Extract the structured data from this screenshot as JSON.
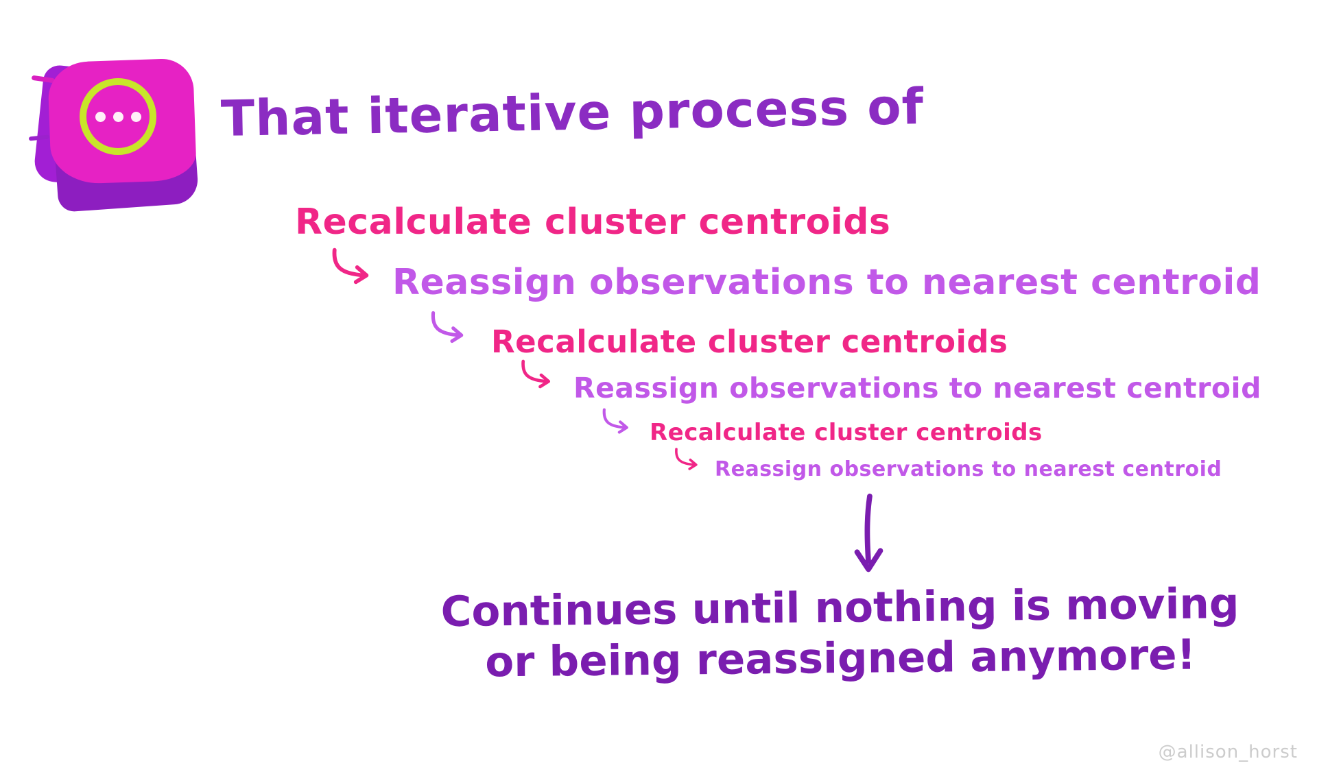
{
  "title": {
    "text": "That iterative process of",
    "color": "#8b2cc2"
  },
  "steps": [
    {
      "text": "Recalculate cluster centroids",
      "color": "#f02687"
    },
    {
      "text": "Reassign observations to nearest centroid",
      "color": "#c158e8"
    },
    {
      "text": "Recalculate cluster centroids",
      "color": "#f02687"
    },
    {
      "text": "Reassign observations to nearest centroid",
      "color": "#c158e8"
    },
    {
      "text": "Recalculate cluster centroids",
      "color": "#f02687"
    },
    {
      "text": "Reassign observations to nearest centroid",
      "color": "#c158e8"
    }
  ],
  "conclusion": {
    "line1": "Continues until nothing is moving",
    "line2": "or being reassigned anymore!",
    "color": "#7a1daf"
  },
  "flow_arrow_color": "#7a1daf",
  "watermark": "@allison_horst",
  "icons": {
    "badge": "ellipsis-icon",
    "step_connector": "curved-arrow-icon",
    "flow": "down-arrow-icon"
  },
  "badge_colors": {
    "splash": "#e622c4",
    "splash_shadow": "#a21fd4",
    "ring": "#c8e62a",
    "dots": "#fff0f8"
  }
}
